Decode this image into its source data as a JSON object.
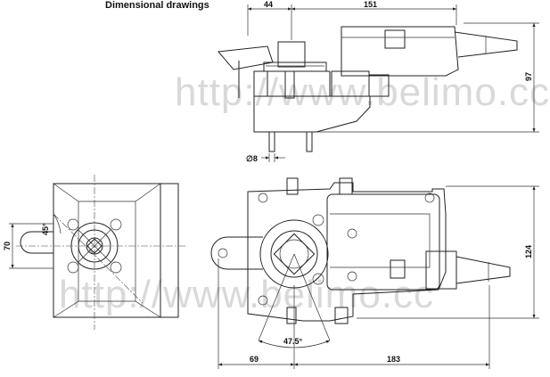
{
  "title": "Dimensional drawings",
  "watermark": "http://www.belimo.cc",
  "dimensions": {
    "top_width_left": "44",
    "top_width_right": "151",
    "side_height": "97",
    "shaft_diameter": "∅8",
    "left_height": "70",
    "left_angle": "45°",
    "right_height": "124",
    "rotation_angle": "47.5°",
    "bottom_left": "69",
    "bottom_right": "183"
  }
}
